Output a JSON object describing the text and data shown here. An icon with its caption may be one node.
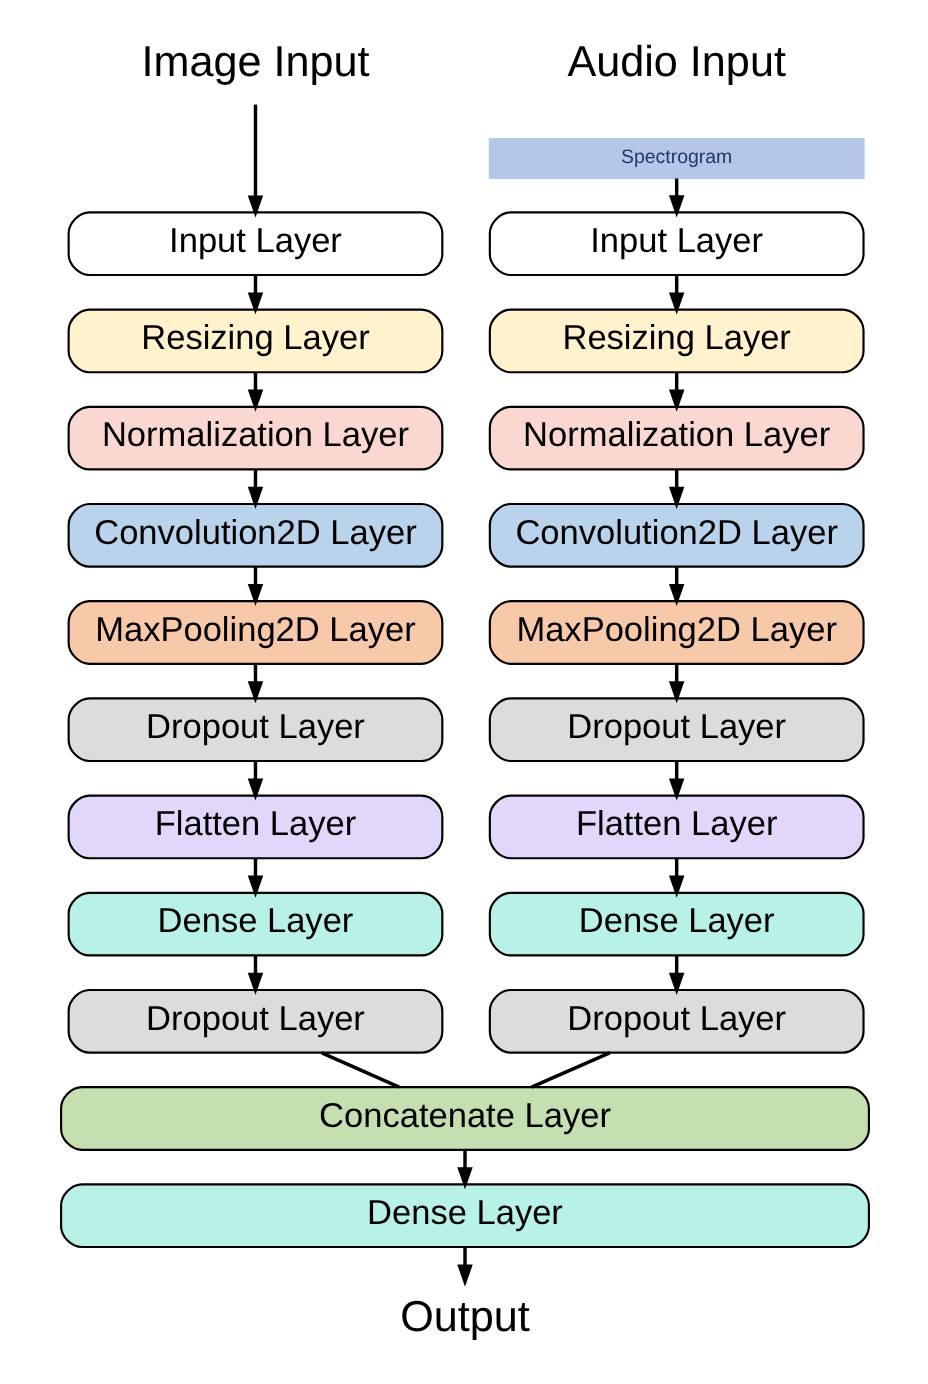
{
  "diagram": {
    "nodes": [
      {
        "text": [
          "Image Input"
        ]
      },
      {
        "text": [
          "Spectrogram"
        ]
      },
      {
        "text": [
          "Input Layer"
        ]
      },
      {
        "text": [
          "Resizing Layer"
        ]
      },
      {
        "text": [
          "Normalization Layer"
        ]
      },
      {
        "text": [
          "Convolution2D Layer"
        ]
      },
      {
        "text": [
          "MaxPooling2D Layer"
        ]
      },
      {
        "text": [
          "Dropout Layer"
        ]
      },
      {
        "text": [
          "Flatten Layer"
        ]
      },
      {
        "text": [
          "Dense Layer"
        ]
      },
      {
        "text": [
          "Dropout Layer"
        ]
      },
      {
        "text": [
          "Input Layer"
        ]
      },
      {
        "text": [
          "Resizing Layer"
        ]
      },
      {
        "text": [
          "Normalization Layer"
        ]
      },
      {
        "text": [
          "Convolution2D Layer"
        ]
      },
      {
        "text": [
          "MaxPooling2D Layer"
        ]
      },
      {
        "text": [
          "Dropout Layer"
        ]
      },
      {
        "text": [
          "Flatten Layer"
        ]
      },
      {
        "text": [
          "Dense Layer"
        ]
      },
      {
        "text": [
          "Dropout Layer"
        ]
      },
      {
        "text": [
          "Concatenate Layer"
        ]
      },
      {
        "text": [
          "Dense Layer"
        ]
      },
      {
        "text": [
          "Output"
        ]
      }
    ],
    "edges": [
      {
        "from": 0,
        "to": 2,
        "arrow": "to"
      },
      {
        "from": 2,
        "to": 3,
        "arrow": "to"
      },
      {
        "from": 3,
        "to": 4,
        "arrow": "to"
      },
      {
        "from": 4,
        "to": 5,
        "arrow": "to"
      },
      {
        "from": 5,
        "to": 6,
        "arrow": "to"
      },
      {
        "from": 6,
        "to": 7,
        "arrow": "to"
      },
      {
        "from": 7,
        "to": 8,
        "arrow": "to"
      },
      {
        "from": 8,
        "to": 9,
        "arrow": "to"
      },
      {
        "from": 9,
        "to": 10,
        "arrow": "to"
      },
      {
        "from": 1,
        "to": 11,
        "arrow": "to"
      },
      {
        "from": 11,
        "to": 12,
        "arrow": "to"
      },
      {
        "from": 12,
        "to": 13,
        "arrow": "to"
      },
      {
        "from": 13,
        "to": 14,
        "arrow": "to"
      },
      {
        "from": 14,
        "to": 15,
        "arrow": "to"
      },
      {
        "from": 15,
        "to": 16,
        "arrow": "to"
      },
      {
        "from": 16,
        "to": 17,
        "arrow": "to"
      },
      {
        "from": 17,
        "to": 18,
        "arrow": "to"
      },
      {
        "from": 18,
        "to": 19,
        "arrow": "to"
      },
      {
        "from": 10,
        "to": 20,
        "arrow": "none"
      },
      {
        "from": 19,
        "to": 20,
        "arrow": "none"
      },
      {
        "from": 20,
        "to": 21,
        "arrow": "to"
      },
      {
        "from": 21,
        "to": 22,
        "arrow": "to"
      }
    ],
    "labels": [
      "Audio Input"
    ]
  }
}
